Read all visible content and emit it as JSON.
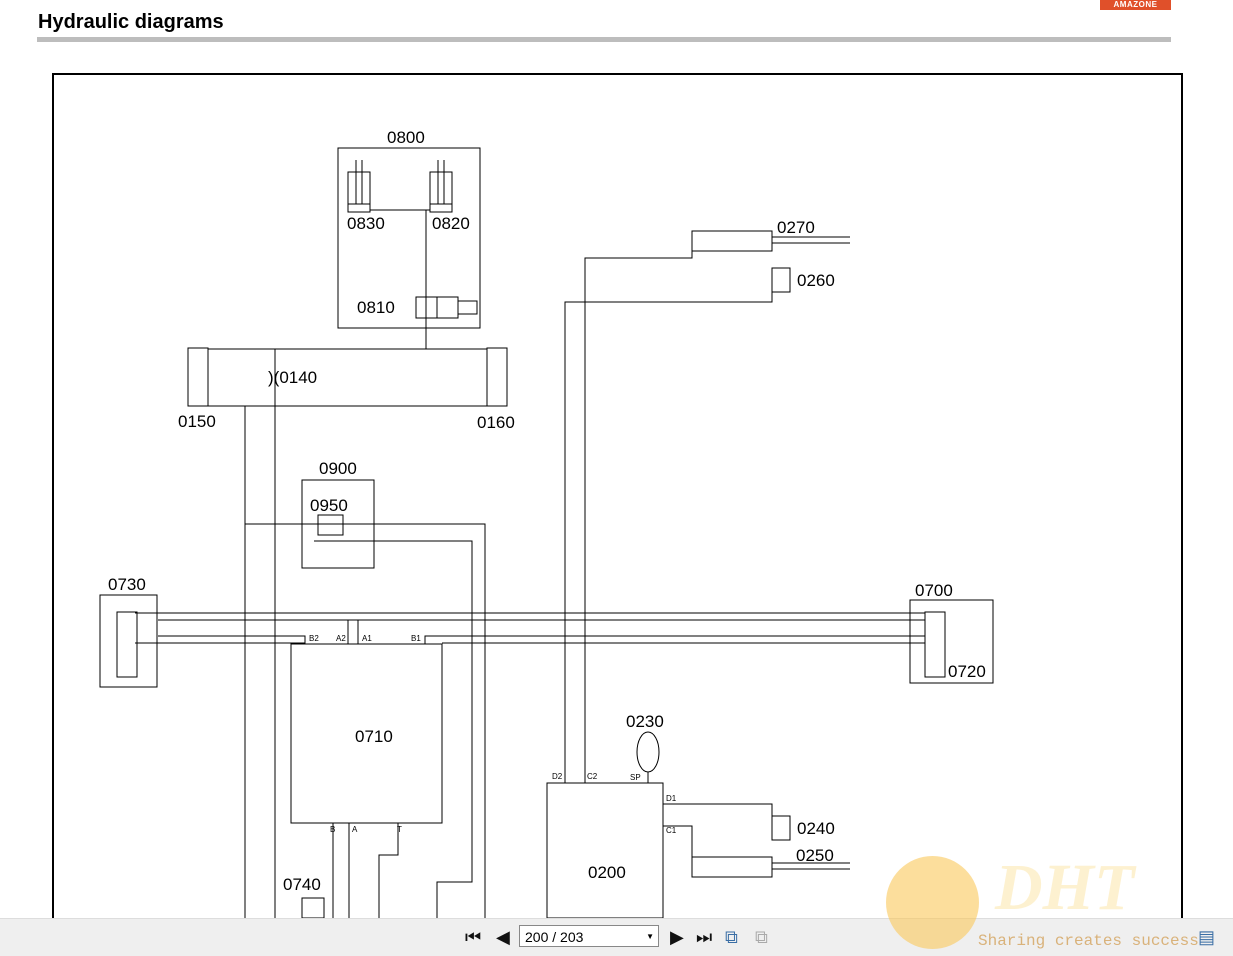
{
  "header": {
    "title": "Hydraulic diagrams",
    "logo": "AMAZONE"
  },
  "diagram": {
    "labels": {
      "c0800": "0800",
      "c0830": "0830",
      "c0820": "0820",
      "c0810": "0810",
      "c0140": ")(0140",
      "c0150": "0150",
      "c0160": "0160",
      "c0270": "0270",
      "c0260": "0260",
      "c0900": "0900",
      "c0950": "0950",
      "c0730": "0730",
      "c0700": "0700",
      "c0720": "0720",
      "c0710": "0710",
      "c0230": "0230",
      "c0240": "0240",
      "c0250": "0250",
      "c0200": "0200",
      "c0740": "0740"
    },
    "ports": {
      "b2": "B2",
      "a2": "A2",
      "a1": "A1",
      "b1": "B1",
      "b": "B",
      "a": "A",
      "t": "T",
      "d2": "D2",
      "c2": "C2",
      "sp": "SP",
      "d1": "D1",
      "c1": "C1"
    }
  },
  "toolbar": {
    "page": "200 / 203"
  },
  "watermark": {
    "brand": "DHT",
    "slogan": "Sharing creates success"
  }
}
